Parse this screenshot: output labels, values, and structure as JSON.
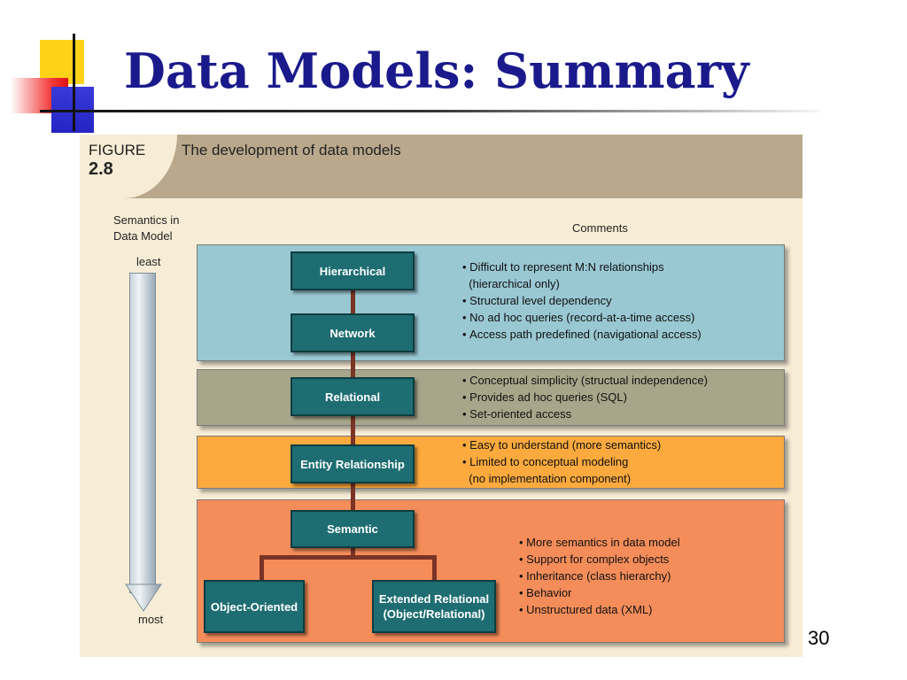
{
  "slide": {
    "title": "Data Models: Summary",
    "page_number": "30"
  },
  "figure": {
    "label": "FIGURE",
    "number": "2.8",
    "caption": "The development of data models",
    "axis": {
      "title_line1": "Semantics in",
      "title_line2": "Data Model",
      "least": "least",
      "most": "most"
    },
    "comments_header": "Comments",
    "nodes": {
      "hierarchical": "Hierarchical",
      "network": "Network",
      "relational": "Relational",
      "entity_relationship": "Entity Relationship",
      "semantic": "Semantic",
      "object_oriented": "Object-Oriented",
      "extended_relational_line1": "Extended Relational",
      "extended_relational_line2": "(Object/Relational)"
    },
    "comments": {
      "group1": [
        "Difficult to represent M:N relationships",
        "(hierarchical only)",
        "Structural level dependency",
        "No ad hoc queries (record-at-a-time access)",
        "Access path predefined (navigational access)"
      ],
      "group2": [
        "Conceptual simplicity (structual independence)",
        "Provides ad hoc queries (SQL)",
        "Set-oriented access"
      ],
      "group3": [
        "Easy to understand (more semantics)",
        "Limited to conceptual modeling",
        "(no implementation component)"
      ],
      "group4": [
        "More semantics in data model",
        "Support for complex objects",
        "Inheritance (class hierarchy)",
        "Behavior",
        "Unstructured data (XML)"
      ]
    },
    "colors": {
      "panel_blue": "#99c8d3",
      "panel_olive": "#a8a68a",
      "panel_orange": "#fcaa3e",
      "panel_salmon": "#f48d5a",
      "node_teal": "#1e6d72",
      "connector": "#7a3324",
      "title_blue": "#1a1a8c"
    }
  }
}
